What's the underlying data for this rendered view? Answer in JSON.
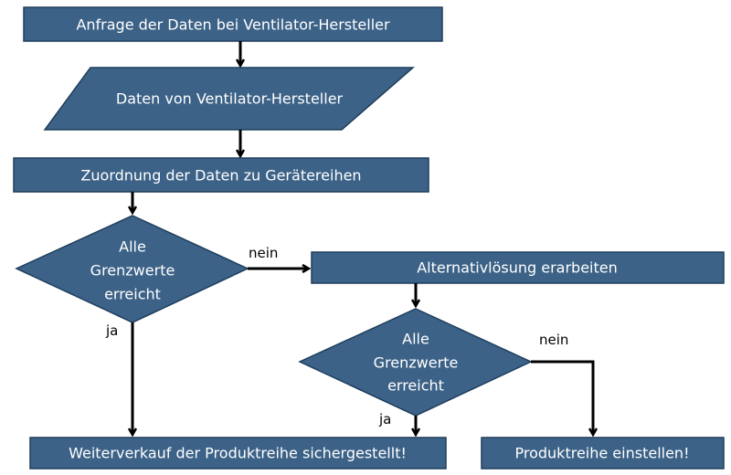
{
  "colors": {
    "node_fill": "#3c6287",
    "node_border": "#1f3e5c",
    "node_text": "#ffffff",
    "edge": "#000000"
  },
  "nodes": {
    "request_data": {
      "label": "Anfrage der Daten bei Ventilator-Hersteller"
    },
    "manufacturer_data": {
      "label": "Daten von Ventilator-Hersteller"
    },
    "assign_data": {
      "label": "Zuordnung der Daten zu Gerätereihen"
    },
    "decision_1": {
      "line1": "Alle",
      "line2": "Grenzwerte",
      "line3": "erreicht"
    },
    "alternative": {
      "label": "Alternativlösung erarbeiten"
    },
    "decision_2": {
      "line1": "Alle",
      "line2": "Grenzwerte",
      "line3": "erreicht"
    },
    "resale_secured": {
      "label": "Weiterverkauf der Produktreihe sichergestellt!"
    },
    "discontinue": {
      "label": "Produktreihe einstellen!"
    }
  },
  "edges": {
    "decision_1_no": {
      "label": "nein"
    },
    "decision_1_yes": {
      "label": "ja"
    },
    "decision_2_no": {
      "label": "nein"
    },
    "decision_2_yes": {
      "label": "ja"
    }
  }
}
